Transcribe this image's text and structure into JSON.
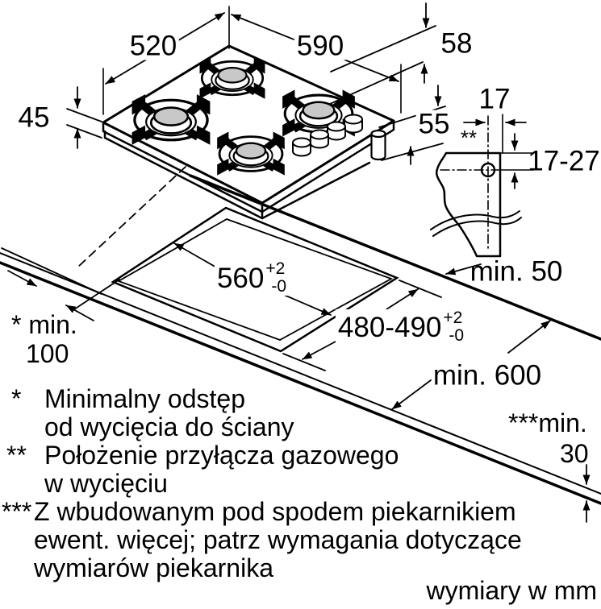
{
  "diagram": {
    "dim_labels": {
      "hob_depth": "520",
      "hob_width": "590",
      "height_with_supports": "58",
      "body_height": "45",
      "gas_inlet_height": "55",
      "gas_hole_offset": "17",
      "gas_hole_depth_range": "17-27",
      "gas_marker": "**",
      "min_back_clearance": "min. 50",
      "cutout_width": {
        "value": "560",
        "tol_plus": "+2",
        "tol_minus": "-0"
      },
      "cutout_depth": {
        "value": "480-490",
        "tol_plus": "+2",
        "tol_minus": "-0"
      },
      "min_counter_depth": "min. 600",
      "min_side_clearance_line1": "* min.",
      "min_side_clearance_line2": "100",
      "min_thickness_line1": "***min.",
      "min_thickness_line2": "30"
    },
    "footnotes": [
      {
        "marker": "*",
        "lines": [
          "Minimalny odstęp",
          "od wycięcia do ściany"
        ]
      },
      {
        "marker": "**",
        "lines": [
          "Położenie przyłącza gazowego",
          "w wycięciu"
        ]
      },
      {
        "marker": "***",
        "lines": [
          "Z wbudowanym pod spodem piekarnikiem",
          "ewent. więcej; patrz wymagania dotyczące",
          "wymiarów piekarnika"
        ]
      }
    ],
    "units_note": "wymiary w mm",
    "colors": {
      "line": "#000000",
      "burner_cap": "#c8c8c8",
      "background": "#ffffff"
    }
  }
}
